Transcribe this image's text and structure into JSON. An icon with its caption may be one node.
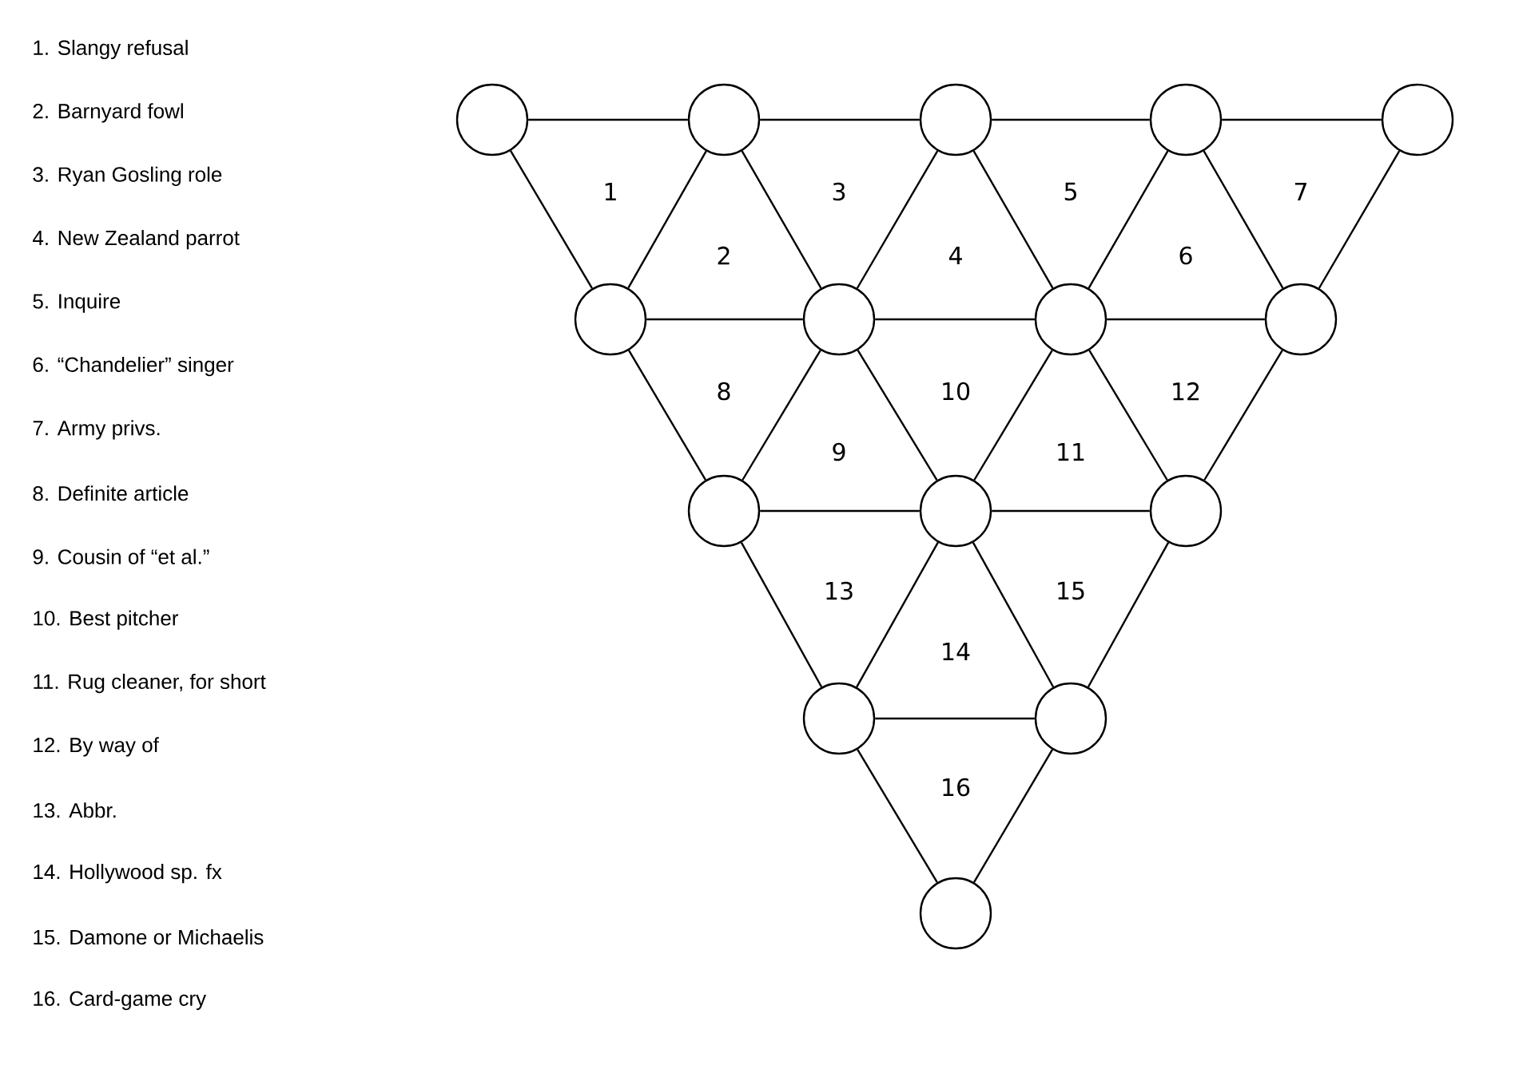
{
  "diagram": {
    "nodes": [
      {
        "text": [],
        "shape": "circle"
      },
      {
        "text": [],
        "shape": "circle"
      },
      {
        "text": [],
        "shape": "circle"
      },
      {
        "text": [],
        "shape": "circle"
      },
      {
        "text": [],
        "shape": "circle"
      },
      {
        "text": [],
        "shape": "circle"
      },
      {
        "text": [],
        "shape": "circle"
      },
      {
        "text": [],
        "shape": "circle"
      },
      {
        "text": [],
        "shape": "circle"
      },
      {
        "text": [],
        "shape": "circle"
      },
      {
        "text": [],
        "shape": "circle"
      },
      {
        "text": [],
        "shape": "circle"
      },
      {
        "text": [],
        "shape": "circle"
      },
      {
        "text": [],
        "shape": "circle"
      },
      {
        "text": [],
        "shape": "circle"
      }
    ],
    "edges": [
      {
        "from": 0,
        "to": 1,
        "arrow": "none"
      },
      {
        "from": 1,
        "to": 2,
        "arrow": "none"
      },
      {
        "from": 2,
        "to": 3,
        "arrow": "none"
      },
      {
        "from": 3,
        "to": 4,
        "arrow": "none"
      },
      {
        "from": 0,
        "to": 5,
        "arrow": "none"
      },
      {
        "from": 1,
        "to": 5,
        "arrow": "none"
      },
      {
        "from": 1,
        "to": 6,
        "arrow": "none"
      },
      {
        "from": 2,
        "to": 6,
        "arrow": "none"
      },
      {
        "from": 2,
        "to": 7,
        "arrow": "none"
      },
      {
        "from": 3,
        "to": 7,
        "arrow": "none"
      },
      {
        "from": 3,
        "to": 8,
        "arrow": "none"
      },
      {
        "from": 4,
        "to": 8,
        "arrow": "none"
      },
      {
        "from": 5,
        "to": 6,
        "arrow": "none"
      },
      {
        "from": 6,
        "to": 7,
        "arrow": "none"
      },
      {
        "from": 7,
        "to": 8,
        "arrow": "none"
      },
      {
        "from": 5,
        "to": 9,
        "arrow": "none"
      },
      {
        "from": 6,
        "to": 9,
        "arrow": "none"
      },
      {
        "from": 6,
        "to": 10,
        "arrow": "none"
      },
      {
        "from": 7,
        "to": 10,
        "arrow": "none"
      },
      {
        "from": 7,
        "to": 11,
        "arrow": "none"
      },
      {
        "from": 8,
        "to": 11,
        "arrow": "none"
      },
      {
        "from": 9,
        "to": 10,
        "arrow": "none"
      },
      {
        "from": 10,
        "to": 11,
        "arrow": "none"
      },
      {
        "from": 9,
        "to": 12,
        "arrow": "none"
      },
      {
        "from": 10,
        "to": 12,
        "arrow": "none"
      },
      {
        "from": 10,
        "to": 13,
        "arrow": "none"
      },
      {
        "from": 11,
        "to": 13,
        "arrow": "none"
      },
      {
        "from": 12,
        "to": 13,
        "arrow": "none"
      },
      {
        "from": 12,
        "to": 14,
        "arrow": "none"
      },
      {
        "from": 13,
        "to": 14,
        "arrow": "none"
      }
    ],
    "labels": [
      "1. Slangy refusal",
      "2. Barnyard fowl",
      "3. Ryan Gosling role",
      "4. New Zealand parrot",
      "5. Inquire",
      "6. “Chandelier” singer",
      "7. Army privs.",
      "8. Definite article",
      "9. Cousin of “et al.”",
      "10. Best pitcher",
      "11. Rug cleaner, for short",
      "12. By way of",
      "13. Abbr.",
      "14. Hollywood sp. fx",
      "15. Damone or Michaelis",
      "16. Card-game cry",
      "1",
      "2",
      "3",
      "4",
      "5",
      "6",
      "7",
      "8",
      "9",
      "10",
      "11",
      "12",
      "13",
      "14",
      "15",
      "16"
    ]
  }
}
